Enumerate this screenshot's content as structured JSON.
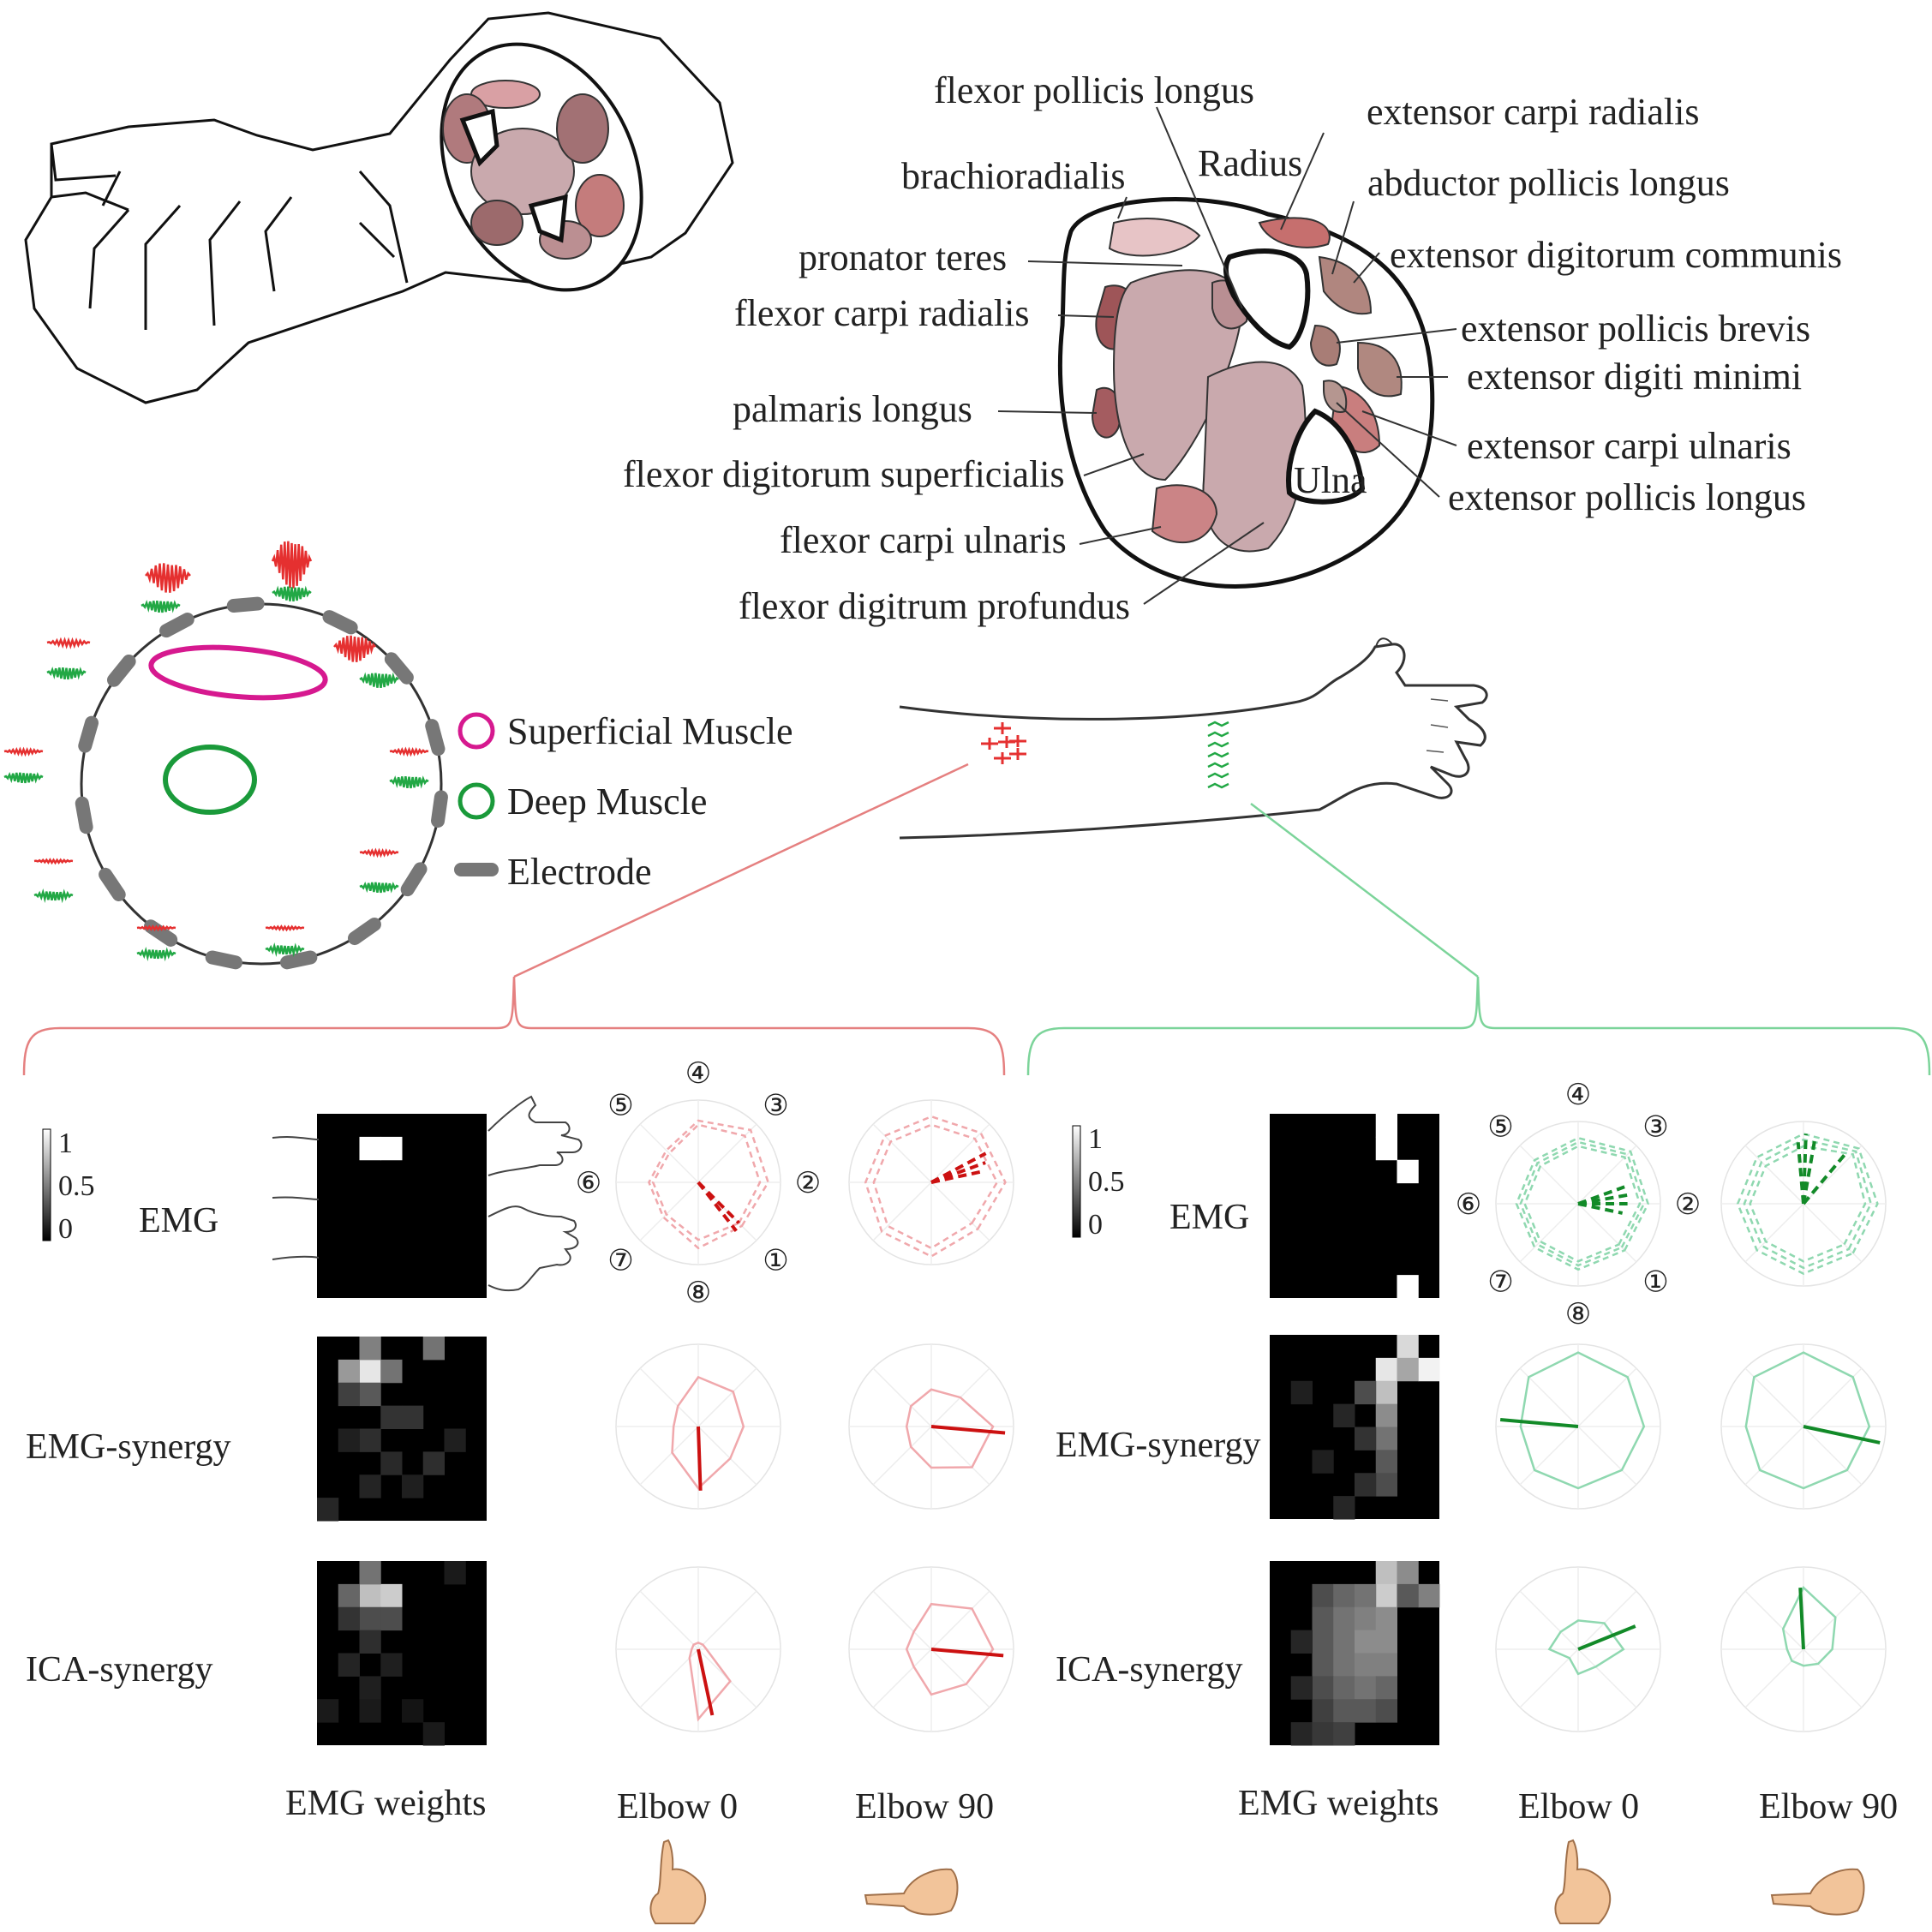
{
  "anatomy": {
    "muscle_labels": {
      "fpl": "flexor pollicis longus",
      "ecr": "extensor carpi radialis",
      "br": "brachioradialis",
      "radius": "Radius",
      "apl": "abductor pollicis longus",
      "pt": "pronator teres",
      "edc": "extensor digitorum communis",
      "fcr": "flexor carpi radialis",
      "epb": "extensor pollicis brevis",
      "edm": "extensor digiti minimi",
      "pl": "palmaris longus",
      "ecu": "extensor carpi ulnaris",
      "fds": "flexor digitorum superficialis",
      "ulna": "Ulna",
      "epl": "extensor pollicis longus",
      "fcu": "flexor carpi ulnaris",
      "fdp": "flexor digitrum profundus"
    }
  },
  "legend": {
    "superficial": "Superficial Muscle",
    "deep": "Deep Muscle",
    "electrode": "Electrode"
  },
  "colorbar": {
    "max": "1",
    "mid": "0.5",
    "min": "0"
  },
  "rows": {
    "emg": "EMG",
    "emg_synergy": "EMG-synergy",
    "ica_synergy": "ICA-synergy"
  },
  "columns": {
    "weights": "EMG weights",
    "elbow0": "Elbow 0",
    "elbow90": "Elbow 90"
  },
  "directions": [
    "①",
    "②",
    "③",
    "④",
    "⑤",
    "⑥",
    "⑦",
    "⑧"
  ],
  "colors": {
    "superficial": "#d6198f",
    "deep": "#1a9a3a",
    "electrode": "#777777",
    "red_signal": "#e53030",
    "green_signal": "#22a845",
    "red_dark": "#cc1111",
    "green_dark": "#128a28",
    "muscle_dark": "#8e4a4d",
    "muscle_mid": "#c88a8a",
    "muscle_light": "#c9a9ad"
  }
}
